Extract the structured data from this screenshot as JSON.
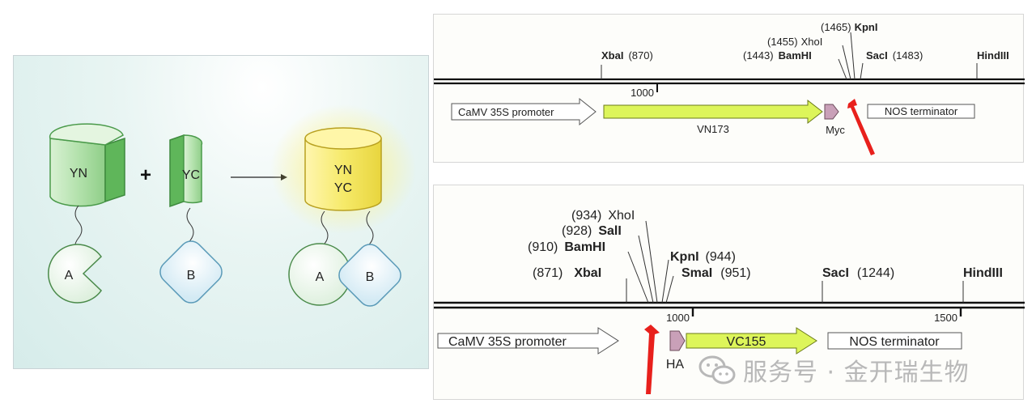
{
  "bifc": {
    "yn": "YN",
    "yc": "YC",
    "plus": "+",
    "protein_a": "A",
    "protein_b": "B",
    "complex_yn": "YN",
    "complex_yc": "YC",
    "complex_a": "A",
    "complex_b": "B"
  },
  "map_top": {
    "sites": [
      {
        "name": "XbaI",
        "pos": "(870)"
      },
      {
        "name": "KpnI",
        "pos": "(1465)"
      },
      {
        "name": "XhoI",
        "pos": "(1455)"
      },
      {
        "name": "BamHI",
        "pos": "(1443)"
      },
      {
        "name": "SacI",
        "pos": "(1483)"
      },
      {
        "name": "HindIII",
        "pos": ""
      }
    ],
    "tick": "1000",
    "promoter": "CaMV 35S promoter",
    "gene": "VN173",
    "tag": "Myc",
    "terminator": "NOS terminator"
  },
  "map_bottom": {
    "sites": [
      {
        "name": "XhoI",
        "pos": "(934)"
      },
      {
        "name": "SalI",
        "pos": "(928)"
      },
      {
        "name": "BamHI",
        "pos": "(910)"
      },
      {
        "name": "KpnI",
        "pos": "(944)"
      },
      {
        "name": "XbaI",
        "pos": "(871)"
      },
      {
        "name": "SmaI",
        "pos": "(951)"
      },
      {
        "name": "SacI",
        "pos": "(1244)"
      },
      {
        "name": "HindIII",
        "pos": ""
      }
    ],
    "tick1": "1000",
    "tick2": "1500",
    "promoter": "CaMV 35S promoter",
    "tag": "HA",
    "gene": "VC155",
    "terminator": "NOS terminator"
  },
  "watermark": "服务号 · 金开瑞生物",
  "colors": {
    "gene_fill": "#ddf55a",
    "tag_fill": "#c9a0b8",
    "arrow_red": "#e8201c",
    "fragment_green": "#9fd79a",
    "complex_yellow": "#f6ea6a"
  }
}
